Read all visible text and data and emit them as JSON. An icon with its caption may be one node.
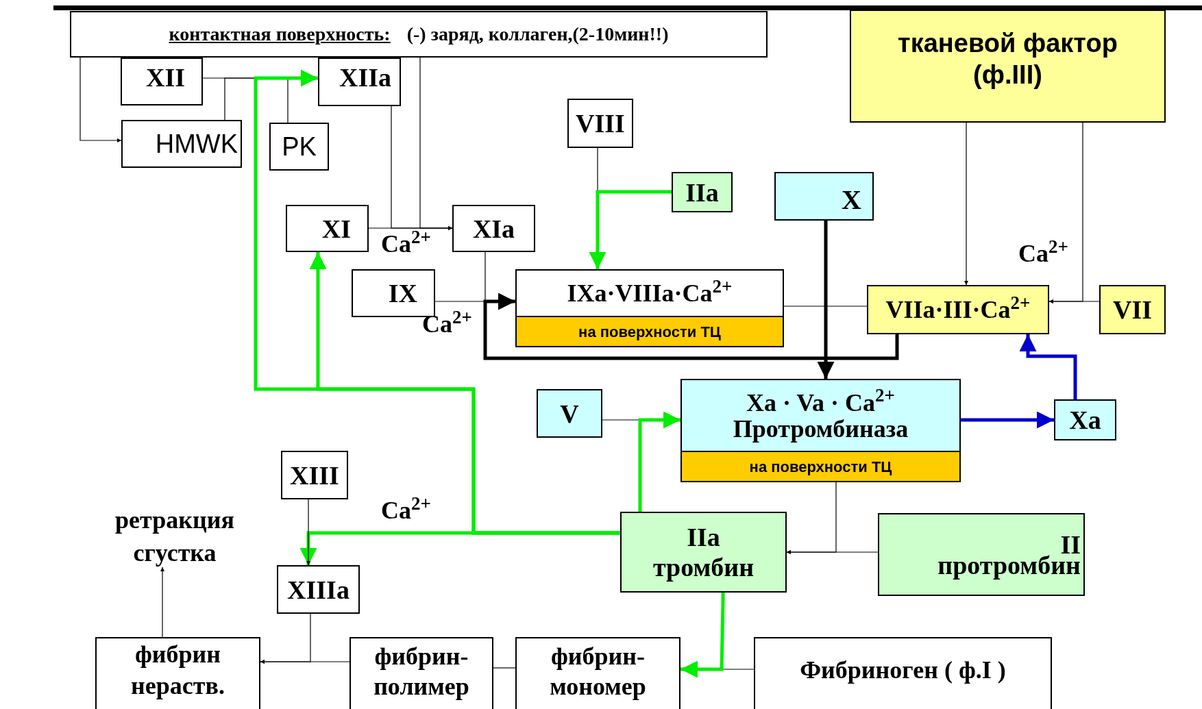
{
  "diagram": {
    "nodes": [
      {
        "text": [
          "контактная поверхность:",
          "(-) заряд, коллаген,(2-10мин!!)"
        ]
      },
      {
        "text": [
          "XII"
        ]
      },
      {
        "text": [
          "XIIa"
        ]
      },
      {
        "text": [
          "HMWK"
        ]
      },
      {
        "text": [
          "PK"
        ]
      },
      {
        "text": [
          "тканевой фактор (ф.III)"
        ]
      },
      {
        "text": [
          "VIII"
        ]
      },
      {
        "text": [
          "IIa"
        ]
      },
      {
        "text": [
          "X"
        ]
      },
      {
        "text": [
          "XI"
        ]
      },
      {
        "text": [
          "XIa"
        ]
      },
      {
        "text": [
          "IX"
        ]
      },
      {
        "text": [
          "IXa·VIIIa·Ca$^{2+}$",
          "на поверхности ТЦ"
        ]
      },
      {
        "text": [
          "VIIa·III·Ca$^{2+}$"
        ]
      },
      {
        "text": [
          "VII"
        ]
      },
      {
        "text": [
          "V"
        ]
      },
      {
        "text": [
          "Xa · Va · Ca$^{2+}$",
          "Протромбиназа",
          "на поверхности ТЦ"
        ]
      },
      {
        "text": [
          "Xa"
        ]
      },
      {
        "text": [
          "XIII"
        ]
      },
      {
        "text": [
          "ретракция сгустка"
        ]
      },
      {
        "text": [
          "IIa",
          "тромбин"
        ]
      },
      {
        "text": [
          "II",
          "протромбин"
        ]
      },
      {
        "text": [
          "XIIIa"
        ]
      },
      {
        "text": [
          "фибрин нераств."
        ]
      },
      {
        "text": [
          "фибрин-полимер"
        ]
      },
      {
        "text": [
          "фибрин-мономер"
        ]
      },
      {
        "text": [
          "Фибриноген ( ф.I )"
        ]
      }
    ],
    "edges": [
      {
        "from": 0,
        "to": 3,
        "arrow": "to"
      },
      {
        "from": 1,
        "to": 2,
        "arrow": "to"
      },
      {
        "from": 3,
        "to": 2,
        "arrow": "to"
      },
      {
        "from": 4,
        "to": 2,
        "arrow": "to"
      },
      {
        "from": 20,
        "to": 2,
        "arrow": "to",
        "style": "thick",
        "color": "#00ee00"
      },
      {
        "from": 20,
        "to": 9,
        "arrow": "to",
        "style": "thick",
        "color": "#00ee00"
      },
      {
        "from": 20,
        "to": 22,
        "arrow": "to",
        "style": "thick",
        "color": "#00ee00"
      },
      {
        "from": 18,
        "to": 22,
        "arrow": "to"
      },
      {
        "from": 2,
        "to": 10,
        "arrow": "to"
      },
      {
        "from": 0,
        "to": 10,
        "arrow": "to"
      },
      {
        "from": 9,
        "to": 10,
        "arrow": "to"
      },
      {
        "from": 10,
        "to": 12,
        "arrow": "to"
      },
      {
        "from": 11,
        "to": 12,
        "arrow": "to"
      },
      {
        "from": 13,
        "to": 12,
        "arrow": "to",
        "style": "thick"
      },
      {
        "from": 6,
        "to": 12,
        "arrow": "to"
      },
      {
        "from": 7,
        "to": 12,
        "arrow": "to",
        "style": "thick",
        "color": "#00ee00"
      },
      {
        "from": 12,
        "to": 16,
        "arrow": "to"
      },
      {
        "from": 13,
        "to": 16,
        "arrow": "to"
      },
      {
        "from": 8,
        "to": 16,
        "arrow": "to",
        "style": "thick"
      },
      {
        "from": 5,
        "to": 13,
        "arrow": "to"
      },
      {
        "from": 5,
        "to": 13,
        "arrow": "to"
      },
      {
        "from": 14,
        "to": 13,
        "arrow": "to"
      },
      {
        "from": 17,
        "to": 13,
        "arrow": "to",
        "style": "thick",
        "color": "#0000cc"
      },
      {
        "from": 16,
        "to": 17,
        "arrow": "to",
        "style": "thick",
        "color": "#0000cc"
      },
      {
        "from": 15,
        "to": 16,
        "arrow": "to"
      },
      {
        "from": 20,
        "to": 16,
        "arrow": "to",
        "style": "thick",
        "color": "#00ee00"
      },
      {
        "from": 16,
        "to": 20,
        "arrow": "to"
      },
      {
        "from": 21,
        "to": 20,
        "arrow": "to"
      },
      {
        "from": 22,
        "to": 23,
        "arrow": "to"
      },
      {
        "from": 24,
        "to": 23,
        "arrow": "to"
      },
      {
        "from": 25,
        "to": 24,
        "arrow": "none"
      },
      {
        "from": 26,
        "to": 25,
        "arrow": "to"
      },
      {
        "from": 20,
        "to": 25,
        "arrow": "to",
        "style": "thick",
        "color": "#00ee00"
      },
      {
        "from": 23,
        "to": 19,
        "arrow": "to"
      }
    ],
    "labels": [
      "Ca$^{2+}$",
      "Ca$^{2+}$",
      "Ca$^{2+}$",
      "Ca$^{2+}$"
    ]
  }
}
